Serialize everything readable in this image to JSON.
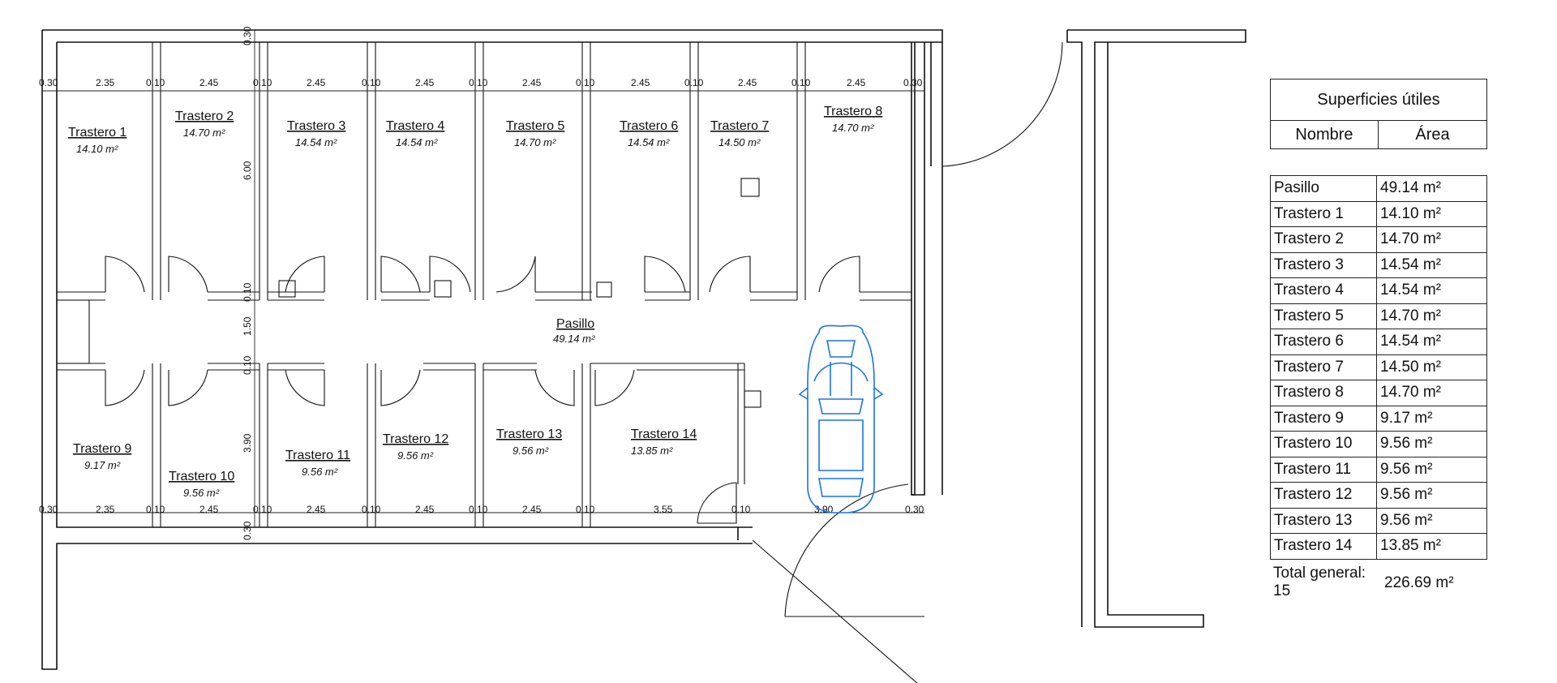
{
  "rooms": [
    {
      "name": "Trastero 1",
      "area": "14.10 m²"
    },
    {
      "name": "Trastero 2",
      "area": "14.70 m²"
    },
    {
      "name": "Trastero 3",
      "area": "14.54 m²"
    },
    {
      "name": "Trastero 4",
      "area": "14.54 m²"
    },
    {
      "name": "Trastero 5",
      "area": "14.70 m²"
    },
    {
      "name": "Trastero 6",
      "area": "14.54 m²"
    },
    {
      "name": "Trastero 7",
      "area": "14.50 m²"
    },
    {
      "name": "Trastero 8",
      "area": "14.70 m²"
    },
    {
      "name": "Trastero 9",
      "area": "9.17 m²"
    },
    {
      "name": "Trastero 10",
      "area": "9.56 m²"
    },
    {
      "name": "Trastero 11",
      "area": "9.56 m²"
    },
    {
      "name": "Trastero 12",
      "area": "9.56 m²"
    },
    {
      "name": "Trastero 13",
      "area": "9.56 m²"
    },
    {
      "name": "Trastero 14",
      "area": "13.85 m²"
    },
    {
      "name": "Pasillo",
      "area": "49.14 m²"
    }
  ],
  "dims": {
    "top": [
      "0.30",
      "2.35",
      "0.10",
      "2.45",
      "0.10",
      "2.45",
      "0.10",
      "2.45",
      "0.10",
      "2.45",
      "0.10",
      "2.45",
      "0.10",
      "2.45",
      "0.10",
      "2.45",
      "0.30"
    ],
    "bottom": [
      "0.30",
      "2.35",
      "0.10",
      "2.45",
      "0.10",
      "2.45",
      "0.10",
      "2.45",
      "0.10",
      "2.45",
      "0.10",
      "3.55",
      "0.10",
      "3.90",
      "0.30"
    ],
    "vertical": [
      "0.30",
      "6.00",
      "0.10",
      "1.50",
      "0.10",
      "3.90",
      "0.30"
    ]
  },
  "table": {
    "caption": "Superficies útiles",
    "col_name": "Nombre",
    "col_area": "Área",
    "rows": [
      {
        "name": "Pasillo",
        "area": "49.14 m²"
      },
      {
        "name": "Trastero 1",
        "area": "14.10 m²"
      },
      {
        "name": "Trastero 2",
        "area": "14.70 m²"
      },
      {
        "name": "Trastero 3",
        "area": "14.54 m²"
      },
      {
        "name": "Trastero 4",
        "area": "14.54 m²"
      },
      {
        "name": "Trastero 5",
        "area": "14.70 m²"
      },
      {
        "name": "Trastero 6",
        "area": "14.54 m²"
      },
      {
        "name": "Trastero 7",
        "area": "14.50 m²"
      },
      {
        "name": "Trastero 8",
        "area": "14.70 m²"
      },
      {
        "name": "Trastero 9",
        "area": "9.17 m²"
      },
      {
        "name": "Trastero 10",
        "area": "9.56 m²"
      },
      {
        "name": "Trastero 11",
        "area": "9.56 m²"
      },
      {
        "name": "Trastero 12",
        "area": "9.56 m²"
      },
      {
        "name": "Trastero 13",
        "area": "9.56 m²"
      },
      {
        "name": "Trastero 14",
        "area": "13.85 m²"
      }
    ],
    "total_label": "Total general: 15",
    "total_value": "226.69 m²"
  },
  "colors": {
    "car": "#1a73e8",
    "lines": "#111111"
  }
}
